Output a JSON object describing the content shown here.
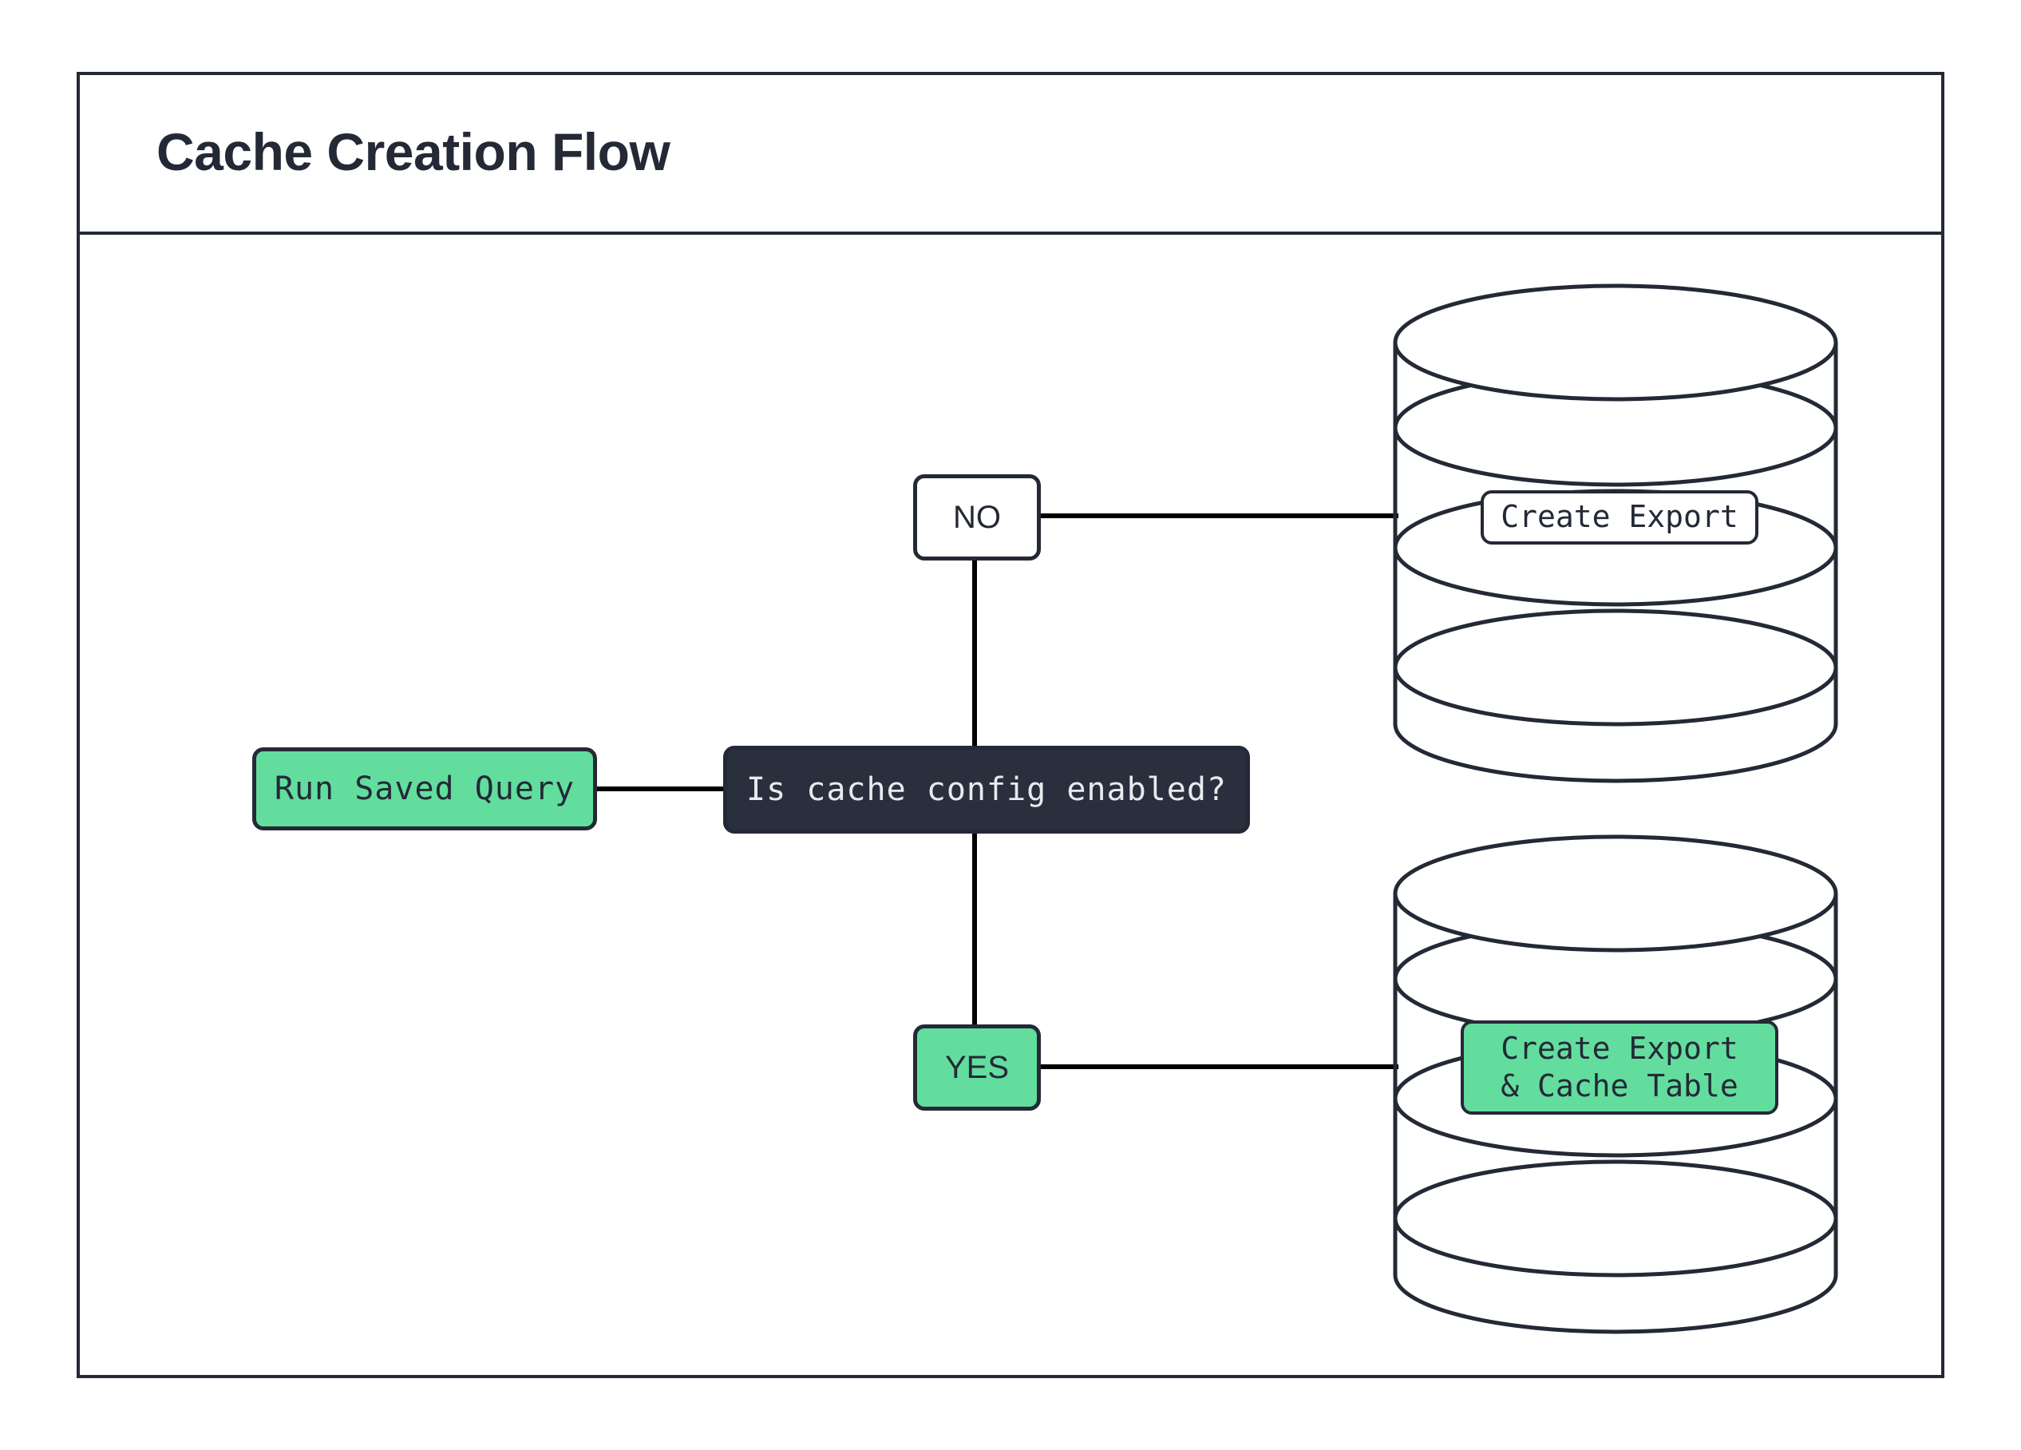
{
  "diagram": {
    "title": "Cache Creation Flow",
    "type": "flowchart",
    "background": "#ffffff",
    "colors": {
      "stroke": "#242936",
      "accent_green": "#62DD9E",
      "decision_fill": "#2A2F3E",
      "decision_text": "#E8EAEE",
      "connector": "#000000"
    },
    "nodes": {
      "run_saved_query": {
        "label": "Run Saved Query",
        "shape": "rounded-rect",
        "fill": "#62DD9E"
      },
      "decision": {
        "label": "Is cache config enabled?",
        "shape": "rounded-rect",
        "fill": "#2A2F3E"
      },
      "edge_no": {
        "label": "NO",
        "shape": "rounded-rect",
        "fill": "#ffffff"
      },
      "edge_yes": {
        "label": "YES",
        "shape": "rounded-rect",
        "fill": "#62DD9E"
      },
      "db_create_export": {
        "label": "Create Export",
        "shape": "database-cylinder",
        "fill": "#ffffff"
      },
      "db_create_export_cache": {
        "label_line1": "Create Export",
        "label_line2": "& Cache Table",
        "shape": "database-cylinder",
        "fill": "#62DD9E"
      }
    },
    "edges": [
      {
        "from": "run_saved_query",
        "to": "decision",
        "label": ""
      },
      {
        "from": "decision",
        "to": "edge_no",
        "label": "NO"
      },
      {
        "from": "edge_no",
        "to": "db_create_export",
        "label": ""
      },
      {
        "from": "decision",
        "to": "edge_yes",
        "label": "YES"
      },
      {
        "from": "edge_yes",
        "to": "db_create_export_cache",
        "label": ""
      }
    ]
  }
}
